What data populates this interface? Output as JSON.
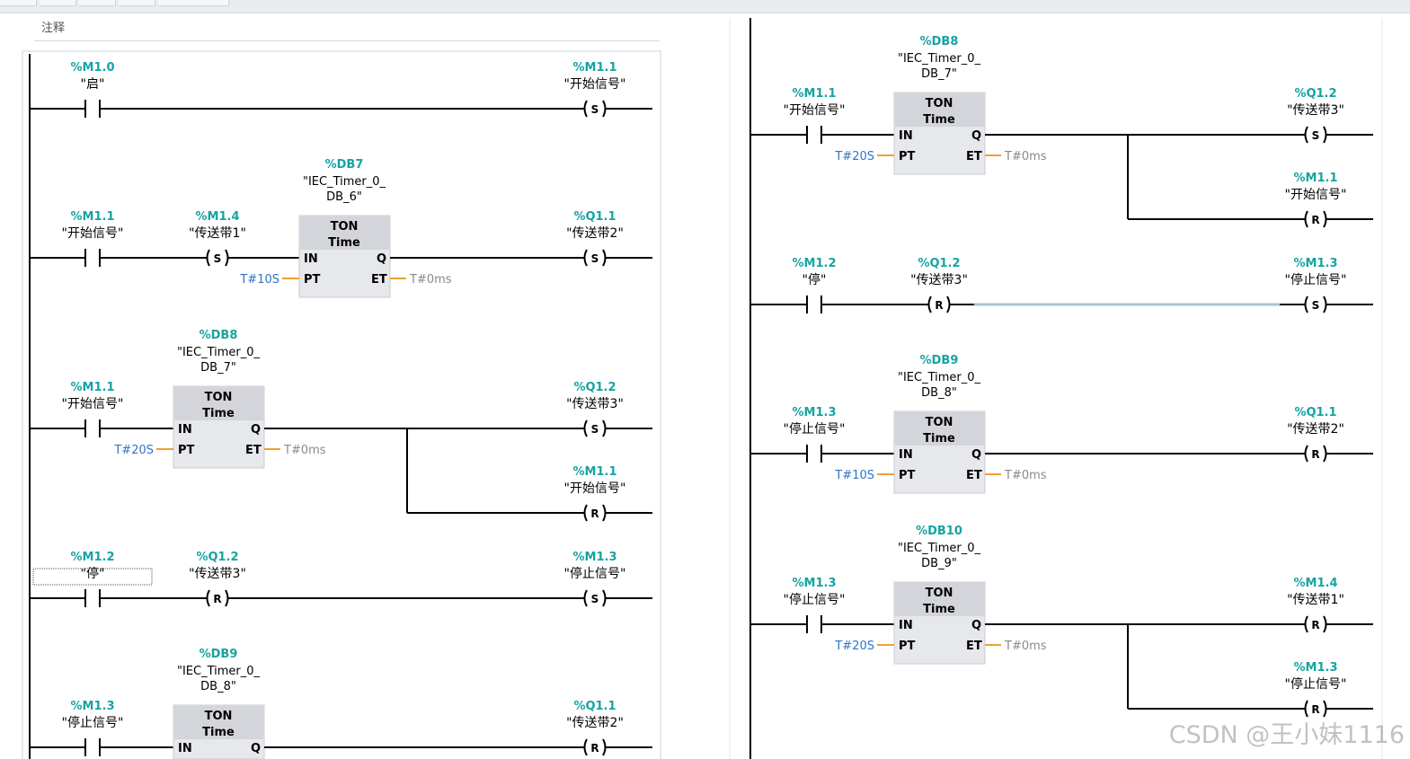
{
  "comment_label": "注释",
  "watermark": "CSDN @王小妹1116",
  "colors": {
    "address": "#16a3a3",
    "wire": "#000000",
    "constant": "#2f74c8",
    "block_fill": "#e7e8ec",
    "block_header": "#d3d5da",
    "pt_line": "#f0a030",
    "et_text": "#8a8a8a"
  },
  "left_column": {
    "networks": [
      {
        "contacts": [
          {
            "addr": "%M1.0",
            "name": "\"启\""
          }
        ],
        "coils": [
          {
            "addr": "%M1.1",
            "name": "\"开始信号\"",
            "type": "S"
          }
        ]
      },
      {
        "contacts": [
          {
            "addr": "%M1.1",
            "name": "\"开始信号\""
          }
        ],
        "inline_coils": [
          {
            "addr": "%M1.4",
            "name": "\"传送带1\"",
            "type": "S"
          }
        ],
        "timer": {
          "db": "%DB7",
          "name1": "\"IEC_Timer_0_",
          "name2": "DB_6\"",
          "type": "TON",
          "subtype": "Time",
          "pt": "T#10S",
          "et": "T#0ms",
          "in_label": "IN",
          "q_label": "Q",
          "pt_label": "PT",
          "et_label": "ET"
        },
        "coils": [
          {
            "addr": "%Q1.1",
            "name": "\"传送带2\"",
            "type": "S"
          }
        ]
      },
      {
        "contacts": [
          {
            "addr": "%M1.1",
            "name": "\"开始信号\""
          }
        ],
        "timer": {
          "db": "%DB8",
          "name1": "\"IEC_Timer_0_",
          "name2": "DB_7\"",
          "type": "TON",
          "subtype": "Time",
          "pt": "T#20S",
          "et": "T#0ms",
          "in_label": "IN",
          "q_label": "Q",
          "pt_label": "PT",
          "et_label": "ET"
        },
        "coils": [
          {
            "addr": "%Q1.2",
            "name": "\"传送带3\"",
            "type": "S"
          },
          {
            "addr": "%M1.1",
            "name": "\"开始信号\"",
            "type": "R"
          }
        ]
      },
      {
        "contacts": [
          {
            "addr": "%M1.2",
            "name": "\"停\""
          }
        ],
        "inline_coils": [
          {
            "addr": "%Q1.2",
            "name": "\"传送带3\"",
            "type": "R"
          }
        ],
        "coils": [
          {
            "addr": "%M1.3",
            "name": "\"停止信号\"",
            "type": "S"
          }
        ]
      },
      {
        "contacts": [
          {
            "addr": "%M1.3",
            "name": "\"停止信号\""
          }
        ],
        "timer": {
          "db": "%DB9",
          "name1": "\"IEC_Timer_0_",
          "name2": "DB_8\"",
          "type": "TON",
          "subtype": "Time",
          "in_label": "IN",
          "q_label": "Q"
        },
        "coils": [
          {
            "addr": "%Q1.1",
            "name": "\"传送带2\"",
            "type": "R"
          }
        ]
      }
    ]
  },
  "right_column": {
    "networks": [
      {
        "contacts": [
          {
            "addr": "%M1.1",
            "name": "\"开始信号\""
          }
        ],
        "timer": {
          "db": "%DB8",
          "name1": "\"IEC_Timer_0_",
          "name2": "DB_7\"",
          "type": "TON",
          "subtype": "Time",
          "pt": "T#20S",
          "et": "T#0ms",
          "in_label": "IN",
          "q_label": "Q",
          "pt_label": "PT",
          "et_label": "ET"
        },
        "coils": [
          {
            "addr": "%Q1.2",
            "name": "\"传送带3\"",
            "type": "S"
          },
          {
            "addr": "%M1.1",
            "name": "\"开始信号\"",
            "type": "R"
          }
        ]
      },
      {
        "contacts": [
          {
            "addr": "%M1.2",
            "name": "\"停\""
          }
        ],
        "inline_coils": [
          {
            "addr": "%Q1.2",
            "name": "\"传送带3\"",
            "type": "R"
          }
        ],
        "coils": [
          {
            "addr": "%M1.3",
            "name": "\"停止信号\"",
            "type": "S"
          }
        ]
      },
      {
        "contacts": [
          {
            "addr": "%M1.3",
            "name": "\"停止信号\""
          }
        ],
        "timer": {
          "db": "%DB9",
          "name1": "\"IEC_Timer_0_",
          "name2": "DB_8\"",
          "type": "TON",
          "subtype": "Time",
          "pt": "T#10S",
          "et": "T#0ms",
          "in_label": "IN",
          "q_label": "Q",
          "pt_label": "PT",
          "et_label": "ET"
        },
        "coils": [
          {
            "addr": "%Q1.1",
            "name": "\"传送带2\"",
            "type": "R"
          }
        ]
      },
      {
        "contacts": [
          {
            "addr": "%M1.3",
            "name": "\"停止信号\""
          }
        ],
        "timer": {
          "db": "%DB10",
          "name1": "\"IEC_Timer_0_",
          "name2": "DB_9\"",
          "type": "TON",
          "subtype": "Time",
          "pt": "T#20S",
          "et": "T#0ms",
          "in_label": "IN",
          "q_label": "Q",
          "pt_label": "PT",
          "et_label": "ET"
        },
        "coils": [
          {
            "addr": "%M1.4",
            "name": "\"传送带1\"",
            "type": "R"
          },
          {
            "addr": "%M1.3",
            "name": "\"停止信号\"",
            "type": "R"
          }
        ]
      }
    ]
  }
}
